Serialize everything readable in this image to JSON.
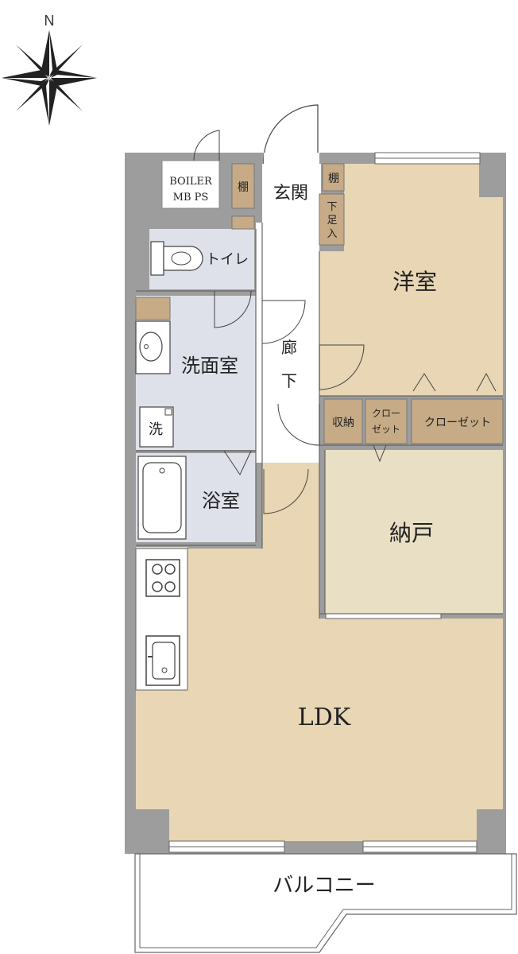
{
  "compass": {
    "north_label": "N",
    "icon": "compass-rose-icon"
  },
  "rooms": {
    "boiler_line1": "BOILER",
    "boiler_line2": "MB PS",
    "shelf_left": "棚",
    "entrance": "玄関",
    "shelf_right": "棚",
    "shoe_box_line1": "下",
    "shoe_box_line2": "足",
    "shoe_box_line3": "入",
    "toilet": "トイレ",
    "western_room": "洋室",
    "corridor_line1": "廊",
    "corridor_line2": "下",
    "washroom": "洗面室",
    "washer": "洗",
    "storage": "収納",
    "closet_small_line1": "クロー",
    "closet_small_line2": "ゼット",
    "closet_large": "クローゼット",
    "bathroom": "浴室",
    "storeroom": "納戸",
    "ldk": "LDK",
    "balcony": "バルコニー"
  },
  "colors": {
    "wall": "#9d9d9d",
    "wet_area": "#dfe1ea",
    "living": "#e8d6b4",
    "storeroom": "#e9dfc4",
    "storage": "#c7ab87",
    "hallway": "#ffffff",
    "line": "#555555"
  }
}
